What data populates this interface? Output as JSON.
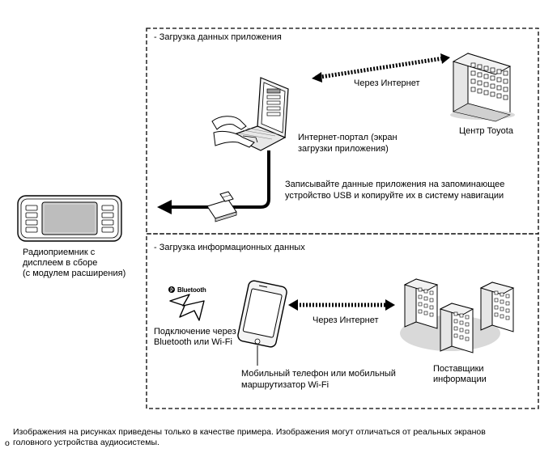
{
  "section_app": {
    "title": "- Загрузка данных приложения",
    "via_internet": "Через Интернет",
    "toyota_center": "Центр Toyota",
    "portal_line1": "Интернет-портал (экран",
    "portal_line2": "загрузки приложения)",
    "usb_line1": "Записывайте данные приложения на запоминающее",
    "usb_line2": "устройство USB и копируйте их в систему навигации"
  },
  "section_info": {
    "title": "- Загрузка информационных данных",
    "bluetooth_logo": "Bluetooth",
    "bt_line1": "Подключение через",
    "bt_line2": "Bluetooth или Wi-Fi",
    "via_internet": "Через Интернет",
    "providers_line1": "Поставщики",
    "providers_line2": "информации",
    "phone_line1": "Мобильный телефон или мобильный",
    "phone_line2": "маршрутизатор Wi-Fi"
  },
  "radio": {
    "line1": "Радиоприемник с",
    "line2": "дисплеем в сборе",
    "line3": "(с модулем расширения)"
  },
  "footer": {
    "marker": "o",
    "line1": "Изображения на рисунках приведены только в качестве примера.  Изображения могут отличаться от реальных экранов",
    "line2": "головного устройства аудиосистемы."
  }
}
